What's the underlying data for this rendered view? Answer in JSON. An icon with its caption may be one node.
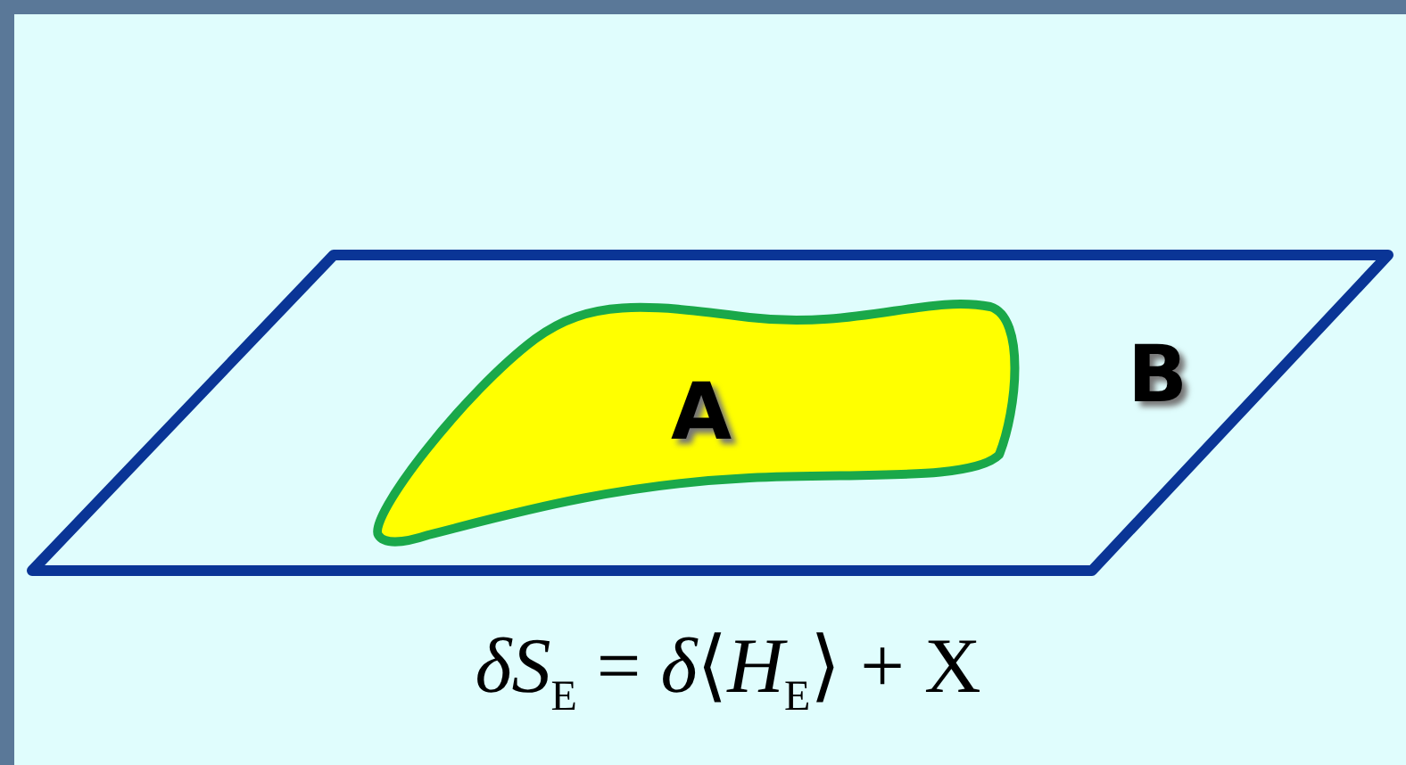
{
  "diagram": {
    "nodes": [
      {
        "text": [
          "B"
        ]
      },
      {
        "text": [
          "A"
        ],
        "in": 0
      }
    ],
    "labels": [
      "*δS*$_{E}$ = *δ*⟨*H*$_{E}$⟩ + X"
    ]
  }
}
